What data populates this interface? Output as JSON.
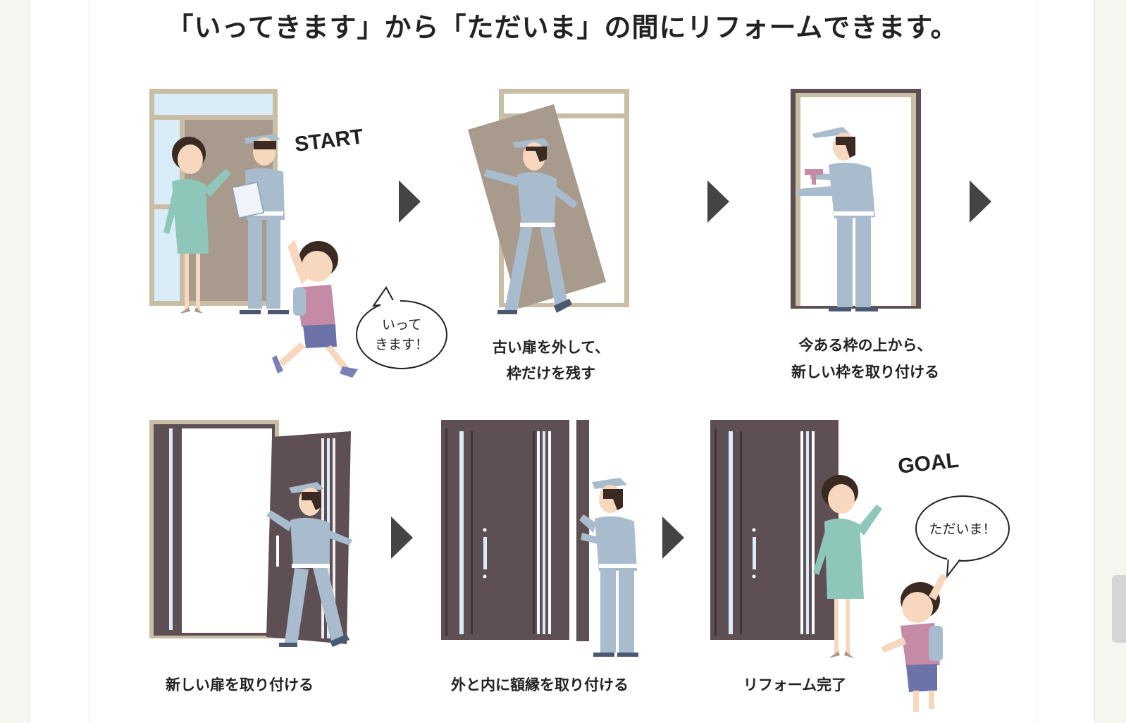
{
  "headline": "「いってきます」から「ただいま」の間にリフォームできます。",
  "steps": {
    "start_label": "START",
    "goal_label": "GOAL",
    "bubble_leave": [
      "いって",
      "きます！"
    ],
    "bubble_return": "ただいま！",
    "step2_caption": [
      "古い扉を外して、",
      "枠だけを残す"
    ],
    "step3_caption": [
      "今ある枠の上から、",
      "新しい枠を取り付ける"
    ],
    "step4_caption": "新しい扉を取り付ける",
    "step5_caption": "外と内に額縁を取り付ける",
    "step6_caption": "リフォーム完了"
  },
  "colors": {
    "uniform": "#a9bccd",
    "door_old": "#a89a8c",
    "door_new": "#5e4f54",
    "frame_old": "#c8bea5",
    "glass": "#d9ecf8",
    "arrow": "#444444",
    "skin": "#f7d8bf",
    "hair": "#3a2a22",
    "dress": "#8ec7b9"
  }
}
